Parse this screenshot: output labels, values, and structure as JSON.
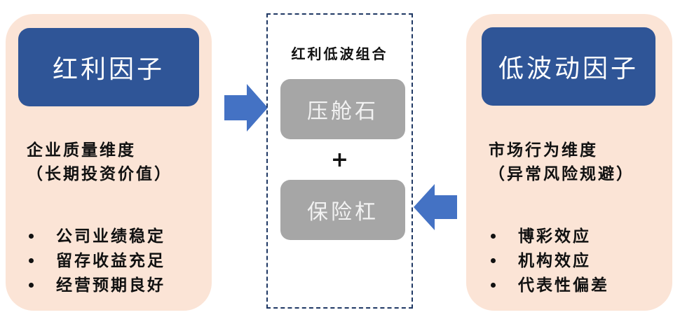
{
  "left": {
    "title": "红利因子",
    "dimension": "企业质量维度",
    "dimension_note": "（长期投资价值）",
    "bullets": [
      "公司业绩稳定",
      "留存收益充足",
      "经营预期良好"
    ]
  },
  "center": {
    "title": "红利低波组合",
    "top_block": "压舱石",
    "plus": "+",
    "bottom_block": "保险杠"
  },
  "right": {
    "title": "低波动因子",
    "dimension": "市场行为维度",
    "dimension_note": "（异常风险规避）",
    "bullets": [
      "博彩效应",
      "机构效应",
      "代表性偏差"
    ]
  },
  "colors": {
    "panel_bg": "#fbe4d6",
    "header_bg": "#2f5597",
    "block_gray": "#a6a6a6",
    "arrow_blue": "#4472c4",
    "dashed_border": "#1f3864"
  }
}
